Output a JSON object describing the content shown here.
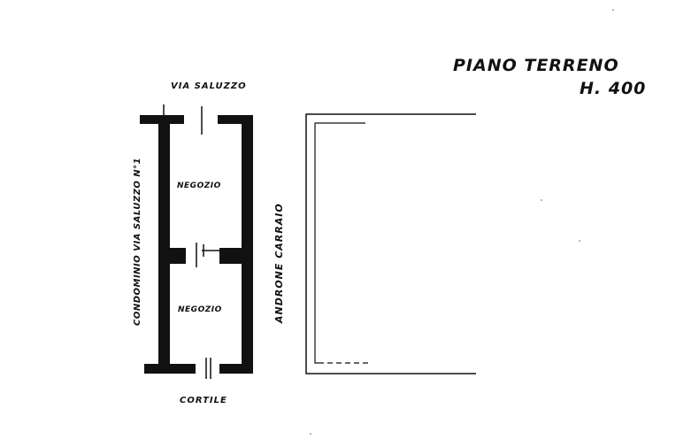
{
  "title": {
    "line1": "PIANO TERRENO",
    "line2": "H. 400"
  },
  "labels": {
    "top_street": "VIA SALUZZO",
    "left_neighbor": "CONDOMINIO VIA SALUZZO N°1",
    "right_passage": "ANDRONE CARRAIO",
    "bottom_yard": "CORTILE"
  },
  "rooms": [
    {
      "label": "NEGOZIO"
    },
    {
      "label": "NEGOZIO"
    }
  ],
  "colors": {
    "ink": "#111111",
    "paper": "#ffffff"
  }
}
